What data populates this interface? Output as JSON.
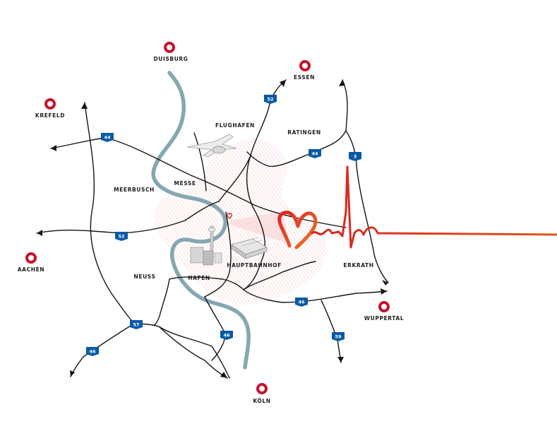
{
  "cities": [
    {
      "id": "duisburg",
      "label": "DUISBURG"
    },
    {
      "id": "essen",
      "label": "ESSEN"
    },
    {
      "id": "krefeld",
      "label": "KREFELD"
    },
    {
      "id": "aachen",
      "label": "AACHEN"
    },
    {
      "id": "wuppertal",
      "label": "WUPPERTAL"
    },
    {
      "id": "koeln",
      "label": "KÖLN"
    }
  ],
  "districts": [
    {
      "id": "flughafen",
      "label": "FLUGHAFEN"
    },
    {
      "id": "ratingen",
      "label": "RATINGEN"
    },
    {
      "id": "messe",
      "label": "MESSE"
    },
    {
      "id": "meerbusch",
      "label": "MEERBUSCH"
    },
    {
      "id": "neuss",
      "label": "NEUSS"
    },
    {
      "id": "hafen",
      "label": "HAFEN"
    },
    {
      "id": "hauptbahnhof",
      "label": "HAUPTBAHNHOF"
    },
    {
      "id": "erkrath",
      "label": "ERKRATH"
    }
  ],
  "highways": [
    {
      "id": "a52-north",
      "number": "52"
    },
    {
      "id": "a44-west",
      "number": "44"
    },
    {
      "id": "a44-east",
      "number": "44"
    },
    {
      "id": "a3",
      "number": "3"
    },
    {
      "id": "a52-west",
      "number": "52"
    },
    {
      "id": "a46-east",
      "number": "46"
    },
    {
      "id": "a57",
      "number": "57"
    },
    {
      "id": "a46-southwest",
      "number": "46"
    },
    {
      "id": "a46-south",
      "number": "46"
    },
    {
      "id": "a59",
      "number": "59"
    }
  ],
  "colors": {
    "city_marker": "#c8102e",
    "shield": "#0a5aa6",
    "river": "#86a7b1",
    "road": "#151515",
    "city_area": "#f2a5a5",
    "heart_gradient": [
      "#d81b1b",
      "#e8622a"
    ],
    "pulse": "#e0541c"
  },
  "icons": [
    "city-marker-icon",
    "highway-shield-icon",
    "heart-icon",
    "airport-icon",
    "rhine-tower-icon",
    "station-building-icon"
  ]
}
